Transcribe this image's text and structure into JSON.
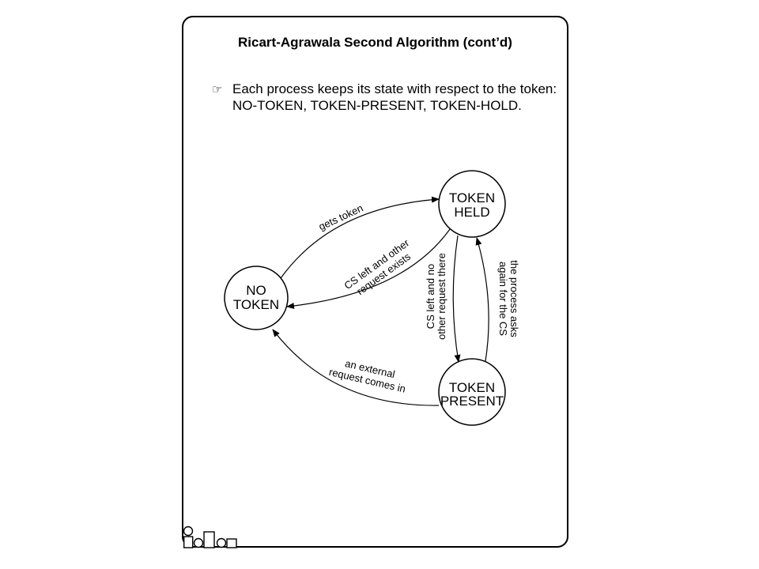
{
  "slide": {
    "title": "Ricart-Agrawala Second Algorithm (cont’d)",
    "bullet": {
      "icon": "pointing-hand-icon",
      "line1": "Each process keeps its state with respect to the token:",
      "line2": "NO-TOKEN, TOKEN-PRESENT, TOKEN-HOLD."
    }
  },
  "diagram": {
    "states": {
      "no_token": {
        "line1": "NO",
        "line2": "TOKEN"
      },
      "token_held": {
        "line1": "TOKEN",
        "line2": "HELD"
      },
      "token_present": {
        "line1": "TOKEN",
        "line2": "PRESENT"
      }
    },
    "transitions": {
      "gets_token": "gets token",
      "cs_left_other_exists": {
        "line1": "CS left and other",
        "line2": "request exists"
      },
      "cs_left_no_other": {
        "line1": "CS left and no",
        "line2": "other request there"
      },
      "process_asks_again": {
        "line1": "the process asks",
        "line2": "again for the CS"
      },
      "external_request": {
        "line1": "an external",
        "line2": "request comes in"
      }
    }
  },
  "footer": {
    "logo": "shapes-logo-icon"
  }
}
